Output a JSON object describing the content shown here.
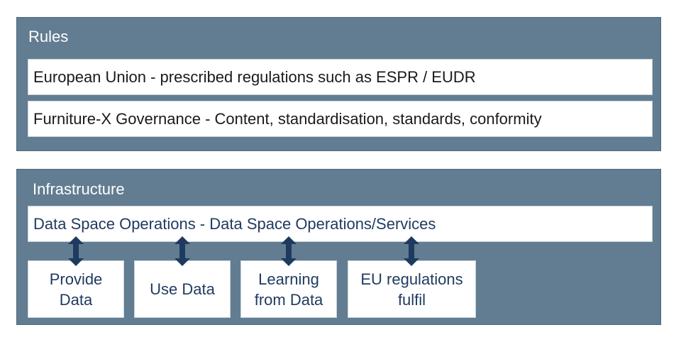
{
  "rules": {
    "title": "Rules",
    "items": [
      "European Union - prescribed regulations such as ESPR / EUDR",
      "Furniture-X Governance - Content, standardisation, standards, conformity"
    ]
  },
  "infrastructure": {
    "title": "Infrastructure",
    "operations": "Data Space Operations - Data Space Operations/Services",
    "boxes": [
      "Provide\nData",
      "Use Data",
      "Learning\nfrom Data",
      "EU regulations\nfulfil"
    ]
  },
  "colors": {
    "panel": "#627d91",
    "arrow": "#1e3a5f",
    "text_dark": "#1f3a5f"
  }
}
